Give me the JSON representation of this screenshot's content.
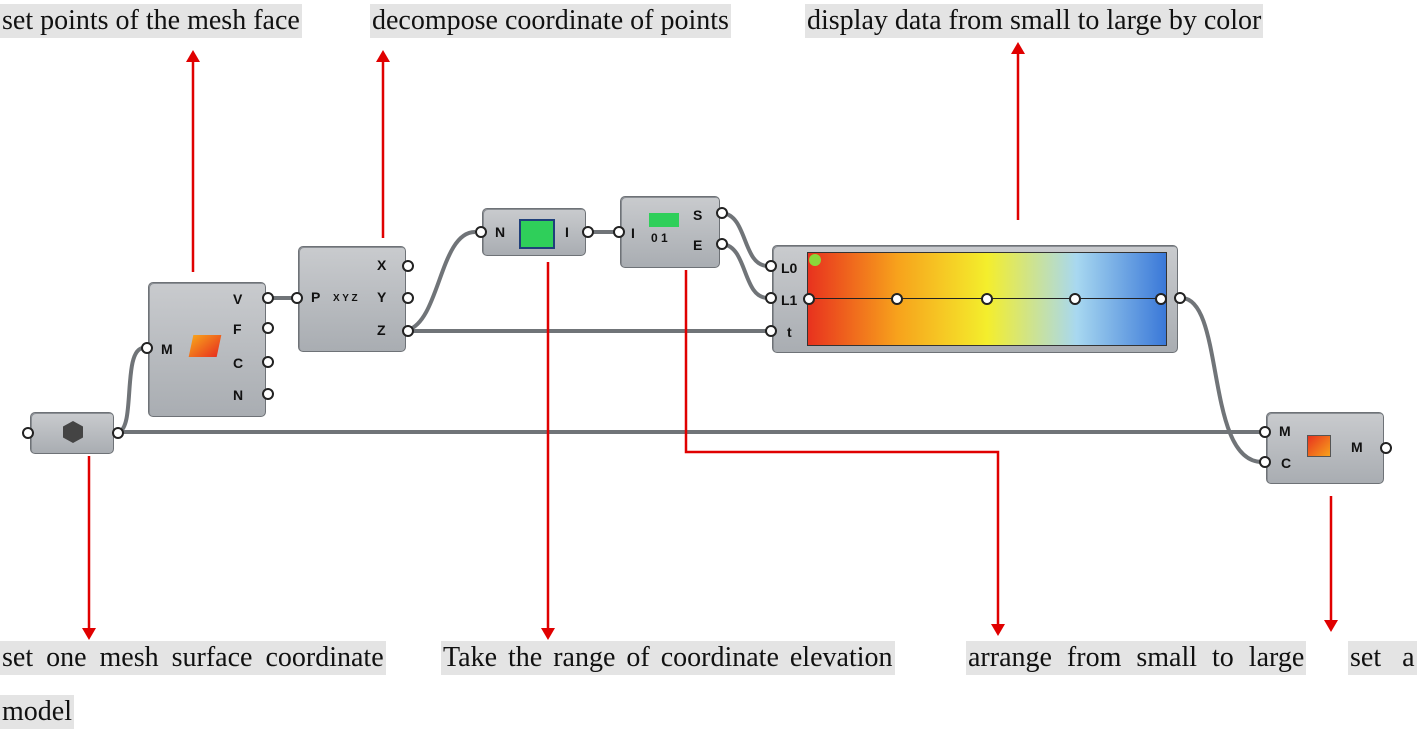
{
  "annotations": {
    "top_1": "set points of the mesh face",
    "top_2": "decompose coordinate of points",
    "top_3": "display data from small to large by color",
    "bottom_1": "set one mesh surface coordinate",
    "bottom_1b": "model",
    "bottom_2": "Take the range of coordinate elevation",
    "bottom_3": "arrange from small to large",
    "bottom_4": "set a"
  },
  "nodes": {
    "mesh_source": {
      "icon": "mesh-param-icon"
    },
    "deconstruct_mesh": {
      "inputs": [
        "M"
      ],
      "outputs": [
        "V",
        "F",
        "C",
        "N"
      ],
      "icon": "deconstruct-mesh-icon"
    },
    "deconstruct_point": {
      "inputs": [
        "P"
      ],
      "outputs": [
        "X",
        "Y",
        "Z"
      ],
      "icon_text": "X Y Z"
    },
    "bounds": {
      "inputs": [
        "N"
      ],
      "outputs": [
        "I"
      ],
      "icon": "bounds-icon"
    },
    "deconstruct_domain": {
      "inputs": [
        "I"
      ],
      "outputs": [
        "S",
        "E"
      ],
      "icon_text": "0 1"
    },
    "gradient": {
      "inputs": [
        "L0",
        "L1",
        "t"
      ],
      "colors": [
        "#e8321e",
        "#f7a21c",
        "#f4ee2c",
        "#a8d8f0",
        "#3a78d8"
      ]
    },
    "mesh_colours": {
      "inputs": [
        "M",
        "C"
      ],
      "outputs": [
        "M"
      ],
      "icon": "mesh-colour-icon"
    }
  },
  "colors": {
    "arrow": "#e00000",
    "wire": "#707478"
  }
}
